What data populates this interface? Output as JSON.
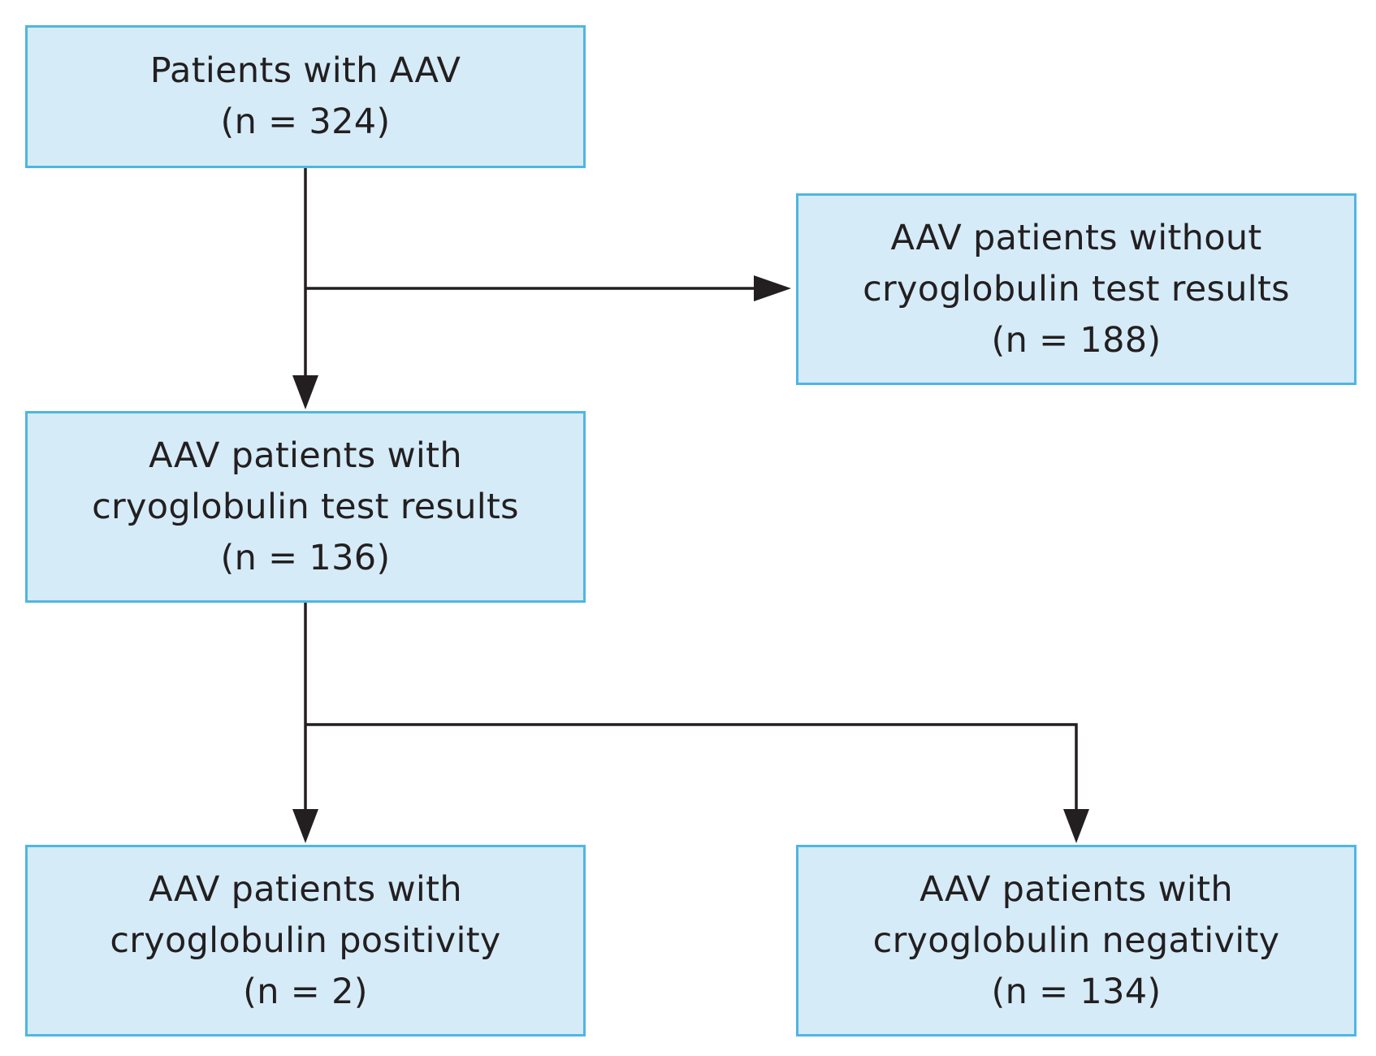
{
  "colors": {
    "box_fill": "#d5ebf8",
    "box_border": "#4fb6e2",
    "text": "#231f20",
    "connector": "#231f20"
  },
  "nodes": {
    "total": {
      "line1": "Patients with AAV",
      "count": "(n = 324)"
    },
    "without_results": {
      "line1": "AAV patients without",
      "line2": "cryoglobulin test results",
      "count": "(n = 188)"
    },
    "with_results": {
      "line1": "AAV patients with",
      "line2": "cryoglobulin test results",
      "count": "(n = 136)"
    },
    "positive": {
      "line1": "AAV patients with",
      "line2": "cryoglobulin positivity",
      "count": "(n = 2)"
    },
    "negative": {
      "line1": "AAV patients with",
      "line2": "cryoglobulin negativity",
      "count": "(n = 134)"
    }
  },
  "edges": [
    {
      "from": "total",
      "to": "with_results"
    },
    {
      "from": "total",
      "to": "without_results"
    },
    {
      "from": "with_results",
      "to": "positive"
    },
    {
      "from": "with_results",
      "to": "negative"
    }
  ]
}
